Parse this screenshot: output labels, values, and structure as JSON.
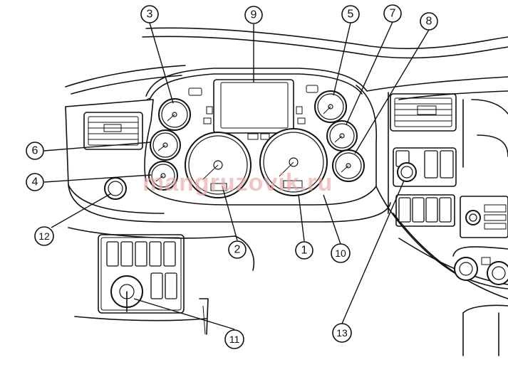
{
  "watermark": "mangruzovik.ru",
  "callouts": [
    {
      "id": "c1",
      "label": "1"
    },
    {
      "id": "c2",
      "label": "2"
    },
    {
      "id": "c3",
      "label": "3"
    },
    {
      "id": "c4",
      "label": "4"
    },
    {
      "id": "c5",
      "label": "5"
    },
    {
      "id": "c6",
      "label": "6"
    },
    {
      "id": "c7",
      "label": "7"
    },
    {
      "id": "c8",
      "label": "8"
    },
    {
      "id": "c9",
      "label": "9"
    },
    {
      "id": "c10",
      "label": "10"
    },
    {
      "id": "c11",
      "label": "11"
    },
    {
      "id": "c12",
      "label": "12"
    },
    {
      "id": "c13",
      "label": "13"
    }
  ],
  "colors": {
    "line": "#111111",
    "watermark": "#e8a6a6",
    "background": "#ffffff"
  }
}
